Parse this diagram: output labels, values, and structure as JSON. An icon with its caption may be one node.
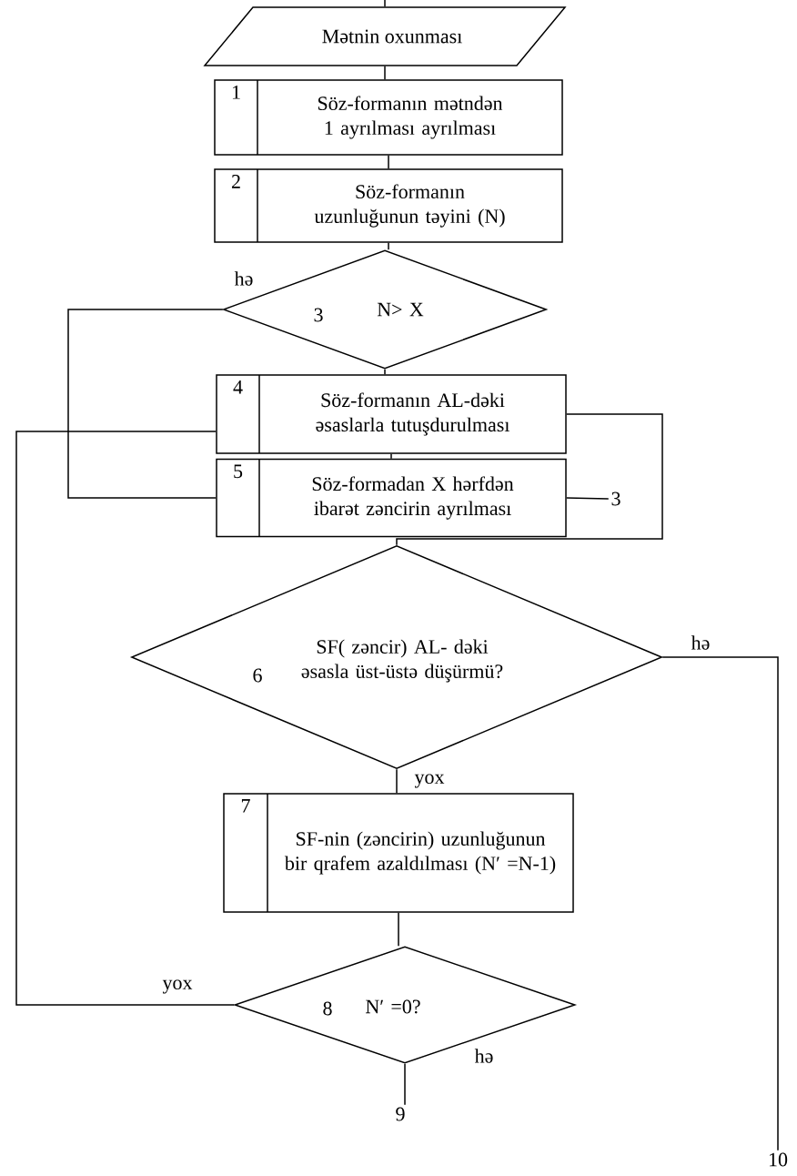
{
  "diagram": {
    "nodes": [
      {
        "text": [
          "Mətnin oxunması"
        ]
      },
      {
        "text": [
          "1",
          "Söz-formanın mətndən 1 ayrılması ayrılması"
        ]
      },
      {
        "text": [
          "2",
          "Söz-formanın uzunluğunun təyini (N)"
        ]
      },
      {
        "text": [
          "3",
          "N> X"
        ]
      },
      {
        "text": [
          "4",
          "Söz-formanın AL-dəki əsaslarla tutuşdurulması"
        ]
      },
      {
        "text": [
          "5",
          "Söz-formadan X hərfdən ibarət zəncirin ayrılması"
        ]
      },
      {
        "text": [
          "6",
          "SF( zəncir) AL- dəki əsasla üst-üstə düşürmü?"
        ]
      },
      {
        "text": [
          "7",
          "SF-nin (zəncirin) uzunluğunun bir qrafem azaldılması (N′ =N-1)"
        ]
      },
      {
        "text": [
          "8",
          "N′ =0?"
        ]
      },
      {
        "text": [
          "3"
        ]
      },
      {
        "text": [
          "9"
        ]
      },
      {
        "text": [
          "10"
        ]
      }
    ],
    "edges": [
      {
        "from": null,
        "to": 0,
        "arrow": "none"
      },
      {
        "from": 0,
        "to": 1,
        "arrow": "none"
      },
      {
        "from": 1,
        "to": 2,
        "arrow": "none"
      },
      {
        "from": 2,
        "to": 3,
        "arrow": "none"
      },
      {
        "from": 3,
        "to": 4,
        "arrow": "none"
      },
      {
        "from": 4,
        "to": 5,
        "arrow": "none"
      },
      {
        "from": 3,
        "to": 5,
        "arrow": "none",
        "label": "hə"
      },
      {
        "from": 4,
        "to": 6,
        "arrow": "none"
      },
      {
        "from": 5,
        "to": 9,
        "arrow": "none"
      },
      {
        "from": 6,
        "to": 7,
        "arrow": "none",
        "label": "yox"
      },
      {
        "from": 6,
        "to": 11,
        "arrow": "none",
        "label": "hə"
      },
      {
        "from": 7,
        "to": 8,
        "arrow": "none"
      },
      {
        "from": 8,
        "to": 4,
        "arrow": "none",
        "label": "yox"
      },
      {
        "from": 8,
        "to": 10,
        "arrow": "none",
        "label": "hə"
      }
    ]
  }
}
